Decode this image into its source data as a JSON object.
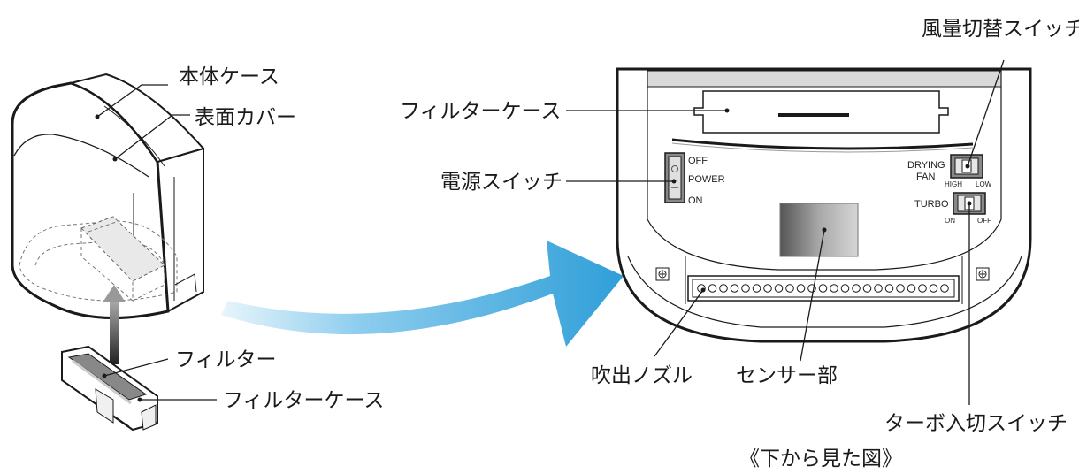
{
  "labels": {
    "body_case": "本体ケース",
    "surface_cover": "表面カバー",
    "filter": "フィルター",
    "filter_case_left": "フィルターケース",
    "filter_case_right": "フィルターケース",
    "power_switch": "電源スイッチ",
    "fan_switch": "風量切替スイッチ",
    "nozzle": "吹出ノズル",
    "sensor": "センサー部",
    "turbo_switch": "ターボ入切スイッチ",
    "caption": "《下から見た図》"
  },
  "switch_text": {
    "off": "OFF",
    "power": "POWER",
    "on": "ON",
    "drying": "DRYING",
    "fan": "FAN",
    "high": "HIGH",
    "low": "LOW",
    "turbo": "TURBO",
    "turbo_on": "ON",
    "turbo_off": "OFF"
  },
  "colors": {
    "arrow_blue": "#2f9fd8",
    "line": "#1a1a1a",
    "sensor_dark": "#555555",
    "sensor_light": "#d6d6d6"
  }
}
